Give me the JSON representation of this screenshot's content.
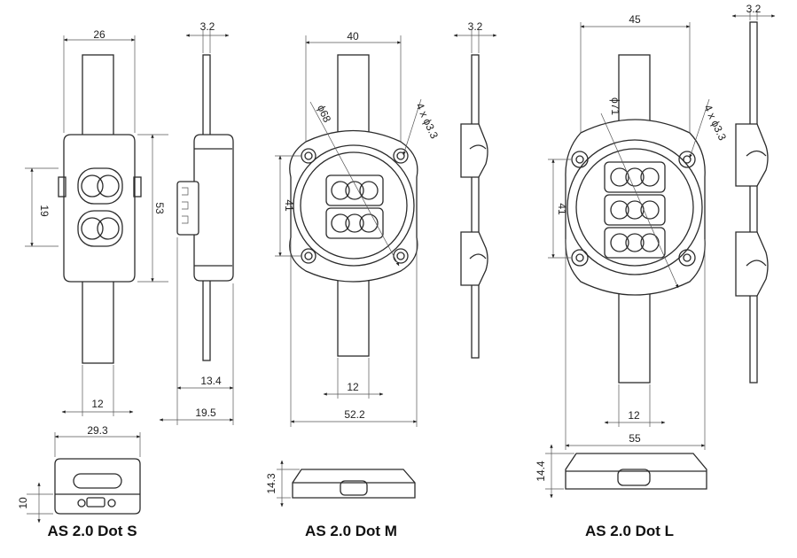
{
  "captions": {
    "dot_s": "AS 2.0 Dot S",
    "dot_m": "AS 2.0 Dot M",
    "dot_l": "AS 2.0 Dot L"
  },
  "dims_s": {
    "width": "26",
    "height": "53",
    "inner_height": "19",
    "thickness": "3.2",
    "cable_width": "12",
    "side_width": "13.4",
    "side_total": "19.5",
    "bottom_width": "29.3",
    "bottom_height": "10"
  },
  "dims_m": {
    "width": "40",
    "thickness": "3.2",
    "diameter": "ϕ68",
    "holes": "4 x ϕ3.3",
    "hole_spacing": "41",
    "cable_width": "12",
    "total_width": "52.2",
    "height": "14.3"
  },
  "dims_l": {
    "width": "45",
    "thickness": "3.2",
    "diameter": "ϕ71",
    "holes": "4 x ϕ3.3",
    "hole_spacing": "41",
    "cable_width": "12",
    "total_width": "55",
    "height": "14.4"
  }
}
